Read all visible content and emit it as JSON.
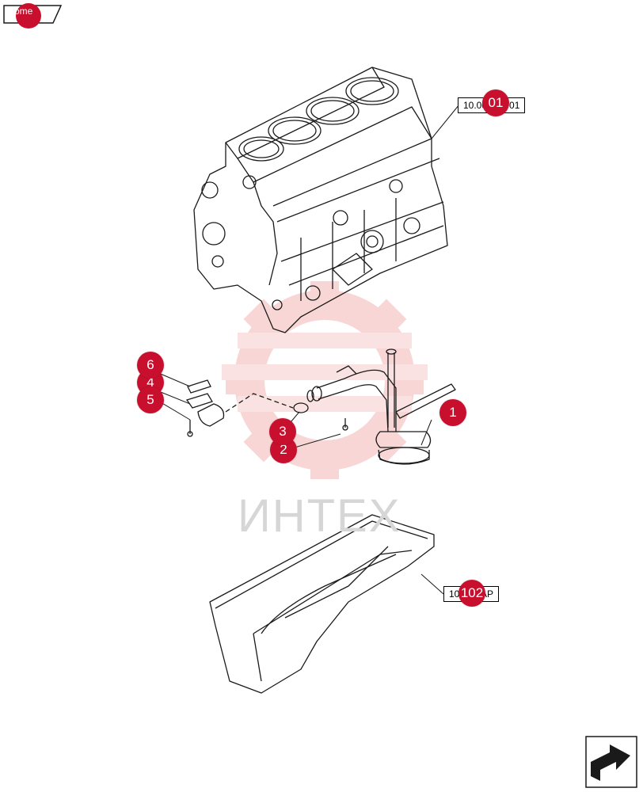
{
  "nav": {
    "home_label": "ome"
  },
  "watermark": {
    "text": "ИНТЕХ"
  },
  "references": [
    {
      "id": "ref-block",
      "label": "10.001.aB 01"
    },
    {
      "id": "ref-pan",
      "label": "10.102.AP"
    }
  ],
  "callouts": [
    {
      "id": "callout-1",
      "label": "1"
    },
    {
      "id": "callout-2",
      "label": "2"
    },
    {
      "id": "callout-3",
      "label": "3"
    },
    {
      "id": "callout-4",
      "label": "4"
    },
    {
      "id": "callout-5",
      "label": "5"
    },
    {
      "id": "callout-6",
      "label": "6"
    },
    {
      "id": "callout-ref-block",
      "label": "01"
    },
    {
      "id": "callout-ref-pan",
      "label": "102"
    }
  ],
  "colors": {
    "accent": "#c8102e",
    "line": "#1a1a1a",
    "watermark": "#f4b6b6"
  }
}
